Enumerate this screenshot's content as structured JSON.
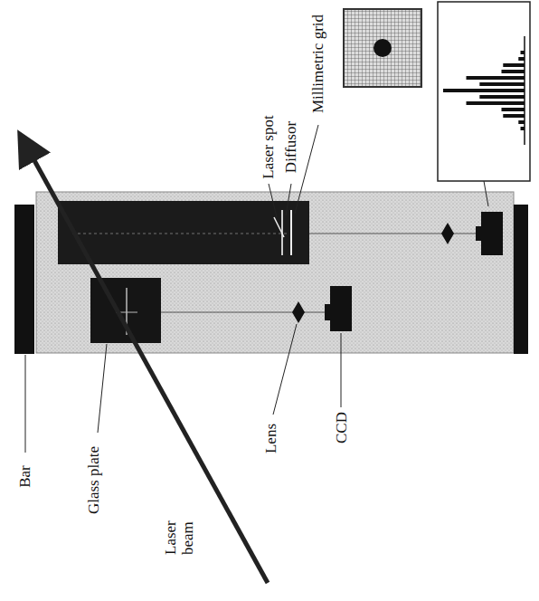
{
  "diagram": {
    "labels": [
      "Bar",
      "Glass plate",
      "Laser beam",
      "Lens",
      "CCD",
      "Laser spot",
      "Diffusor",
      "Millimetric grid"
    ]
  }
}
